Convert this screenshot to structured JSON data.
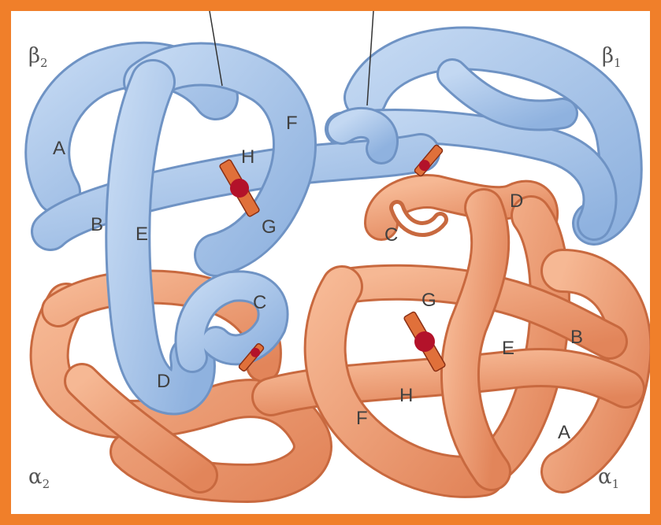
{
  "chains": {
    "beta2": {
      "symbol": "β",
      "sub": "2"
    },
    "beta1": {
      "symbol": "β",
      "sub": "1"
    },
    "alpha2": {
      "symbol": "α",
      "sub": "2"
    },
    "alpha1": {
      "symbol": "α",
      "sub": "1"
    }
  },
  "helices": {
    "beta2": [
      "A",
      "B",
      "E",
      "F",
      "H",
      "G",
      "C",
      "D"
    ],
    "alpha1": [
      "C",
      "D",
      "G",
      "E",
      "B",
      "H",
      "F",
      "A"
    ]
  },
  "colors": {
    "border": "#f07f2a",
    "beta_fill": "#a9c6ea",
    "beta_shade": "#8fb2df",
    "beta_edge": "#6f93c4",
    "alpha_fill": "#f2a47c",
    "alpha_shade": "#e58d62",
    "alpha_edge": "#c8693f",
    "heme": "#e0703a",
    "iron": "#b3122a"
  },
  "icons": [
    "heme-group-icon"
  ]
}
